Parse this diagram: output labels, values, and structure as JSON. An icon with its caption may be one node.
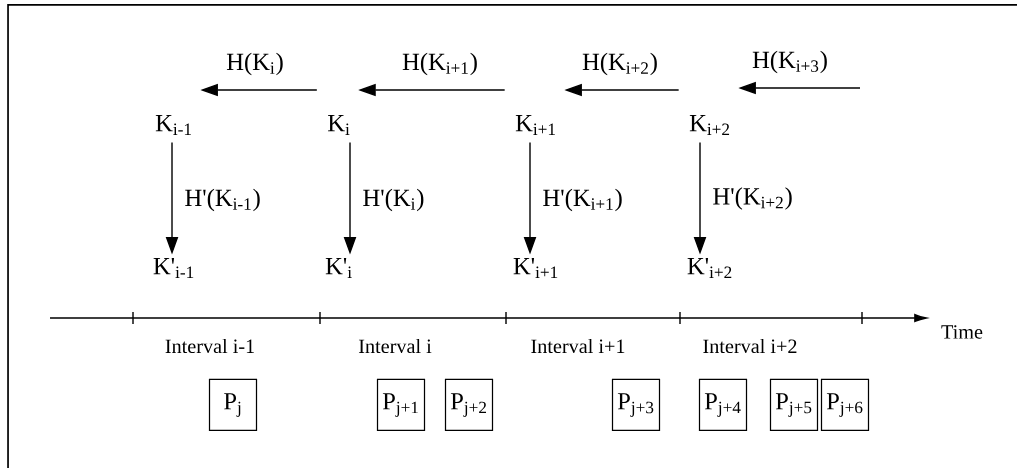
{
  "diagram": {
    "nodes": [
      {
        "text": [
          "K$_{i-1}$"
        ]
      },
      {
        "text": [
          "K$_{i}$"
        ]
      },
      {
        "text": [
          "K$_{i+1}$"
        ]
      },
      {
        "text": [
          "K$_{i+2}$"
        ]
      },
      {
        "text": [
          "K'$_{i-1}$"
        ]
      },
      {
        "text": [
          "K'$_{i}$"
        ]
      },
      {
        "text": [
          "K'$_{i+1}$"
        ]
      },
      {
        "text": [
          "K'$_{i+2}$"
        ]
      },
      {
        "text": [
          "P$_{j}$"
        ]
      },
      {
        "text": [
          "P$_{j+1}$"
        ]
      },
      {
        "text": [
          "P$_{j+2}$"
        ]
      },
      {
        "text": [
          "P$_{j+3}$"
        ]
      },
      {
        "text": [
          "P$_{j+4}$"
        ]
      },
      {
        "text": [
          "P$_{j+5}$"
        ]
      },
      {
        "text": [
          "P$_{j+6}$"
        ]
      }
    ],
    "edges": [
      {
        "from": 1,
        "to": 0,
        "arrow": "to",
        "label": "H(K$_{i}$)"
      },
      {
        "from": 2,
        "to": 1,
        "arrow": "to",
        "label": "H(K$_{i+1}$)"
      },
      {
        "from": 3,
        "to": 2,
        "arrow": "to",
        "label": "H(K$_{i+2}$)"
      },
      {
        "from": null,
        "to": 3,
        "arrow": "to",
        "label": "H(K$_{i+3}$)"
      },
      {
        "from": 0,
        "to": 4,
        "arrow": "to",
        "label": "H'(K$_{i-1}$)"
      },
      {
        "from": 1,
        "to": 5,
        "arrow": "to",
        "label": "H'(K$_{i}$)"
      },
      {
        "from": 2,
        "to": 6,
        "arrow": "to",
        "label": "H'(K$_{i+1}$)"
      },
      {
        "from": 3,
        "to": 7,
        "arrow": "to",
        "label": "H'(K$_{i+2}$)"
      }
    ],
    "labels": [
      "Time",
      "Interval i-1",
      "Interval i",
      "Interval i+1",
      "Interval i+2"
    ]
  }
}
